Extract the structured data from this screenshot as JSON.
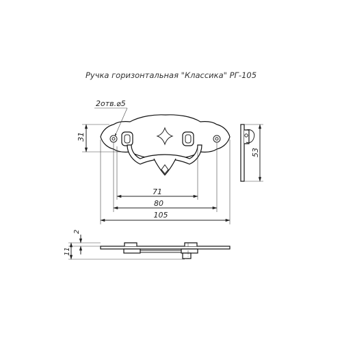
{
  "title": "Ручка горизонтальная \"Классика\" РГ-105",
  "callout": "2отв.⌀5",
  "dimensions": {
    "height_front": "31",
    "width_inner": "71",
    "width_mid": "80",
    "width_overall": "105",
    "height_side": "53",
    "thickness_top": "2",
    "thickness_bottom": "11"
  }
}
